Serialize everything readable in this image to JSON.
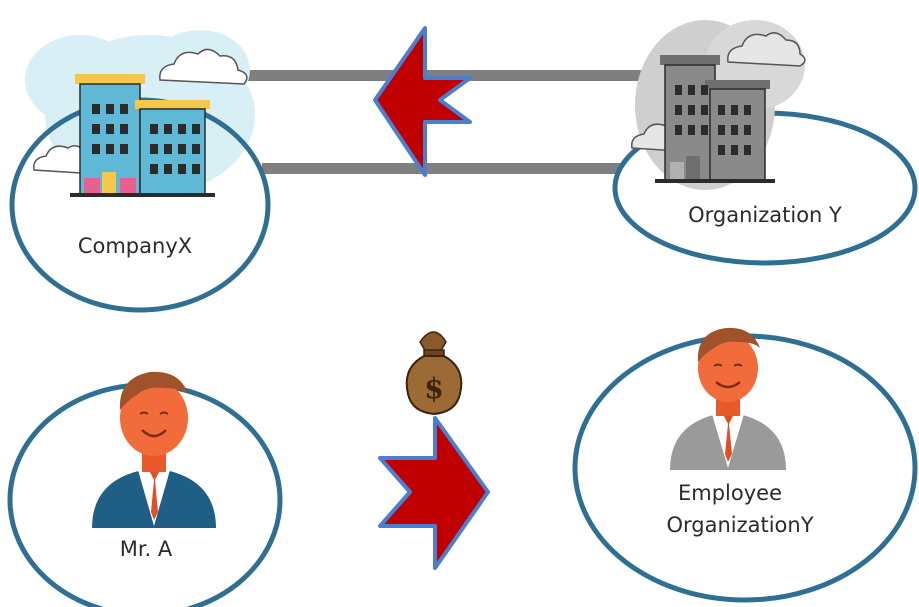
{
  "nodes": {
    "company_x": {
      "label": "CompanyX"
    },
    "organization_y": {
      "label": "Organization Y"
    },
    "mr_a": {
      "label": "Mr. A"
    },
    "employee_org_y": {
      "label_line1": "Employee",
      "label_line2": "OrganizationY"
    }
  },
  "colors": {
    "ellipse_stroke": "#2f6f93",
    "arrow_fill": "#c00000",
    "arrow_stroke": "#4a7fd0",
    "connector_bar": "#7f7f7f",
    "company_building": "#5fb8d6",
    "org_building": "#808080",
    "skin": "#f26b3a",
    "hair": "#a0522d",
    "suit_blue": "#1f5f86",
    "suit_grey": "#9a9a9a",
    "tie": "#e04f26",
    "money_bag": "#8b5a2b"
  },
  "icons": {
    "company_building": "building-icon",
    "organization_building": "building-icon",
    "person_a": "person-icon",
    "person_employee": "person-icon",
    "money_bag": "money-bag-icon",
    "left_arrow": "arrow-left-icon",
    "right_arrow": "arrow-right-icon"
  }
}
